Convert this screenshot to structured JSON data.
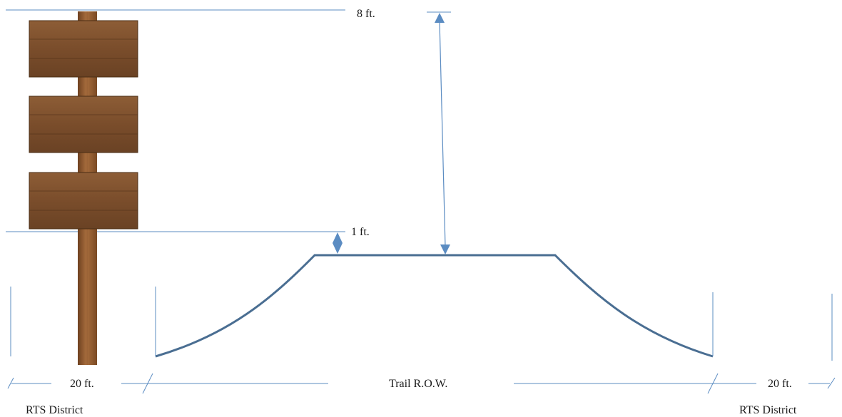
{
  "labels": {
    "height_top": "8 ft.",
    "height_clearance": "1 ft.",
    "width_left": "20 ft.",
    "width_right": "20 ft.",
    "center": "Trail R.O.W.",
    "district_left": "RTS District",
    "district_right": "RTS District"
  },
  "colors": {
    "line": "#5b8cc2",
    "profile": "#4a6e92",
    "arrow": "#5b8cc2",
    "wood_light": "#8a5a34",
    "wood_dark": "#5e3a1c",
    "post": "#9a6338",
    "post_dark": "#6e4120"
  },
  "icons": {
    "sign": "wooden-sign-post",
    "arrow": "dimension-arrow"
  }
}
